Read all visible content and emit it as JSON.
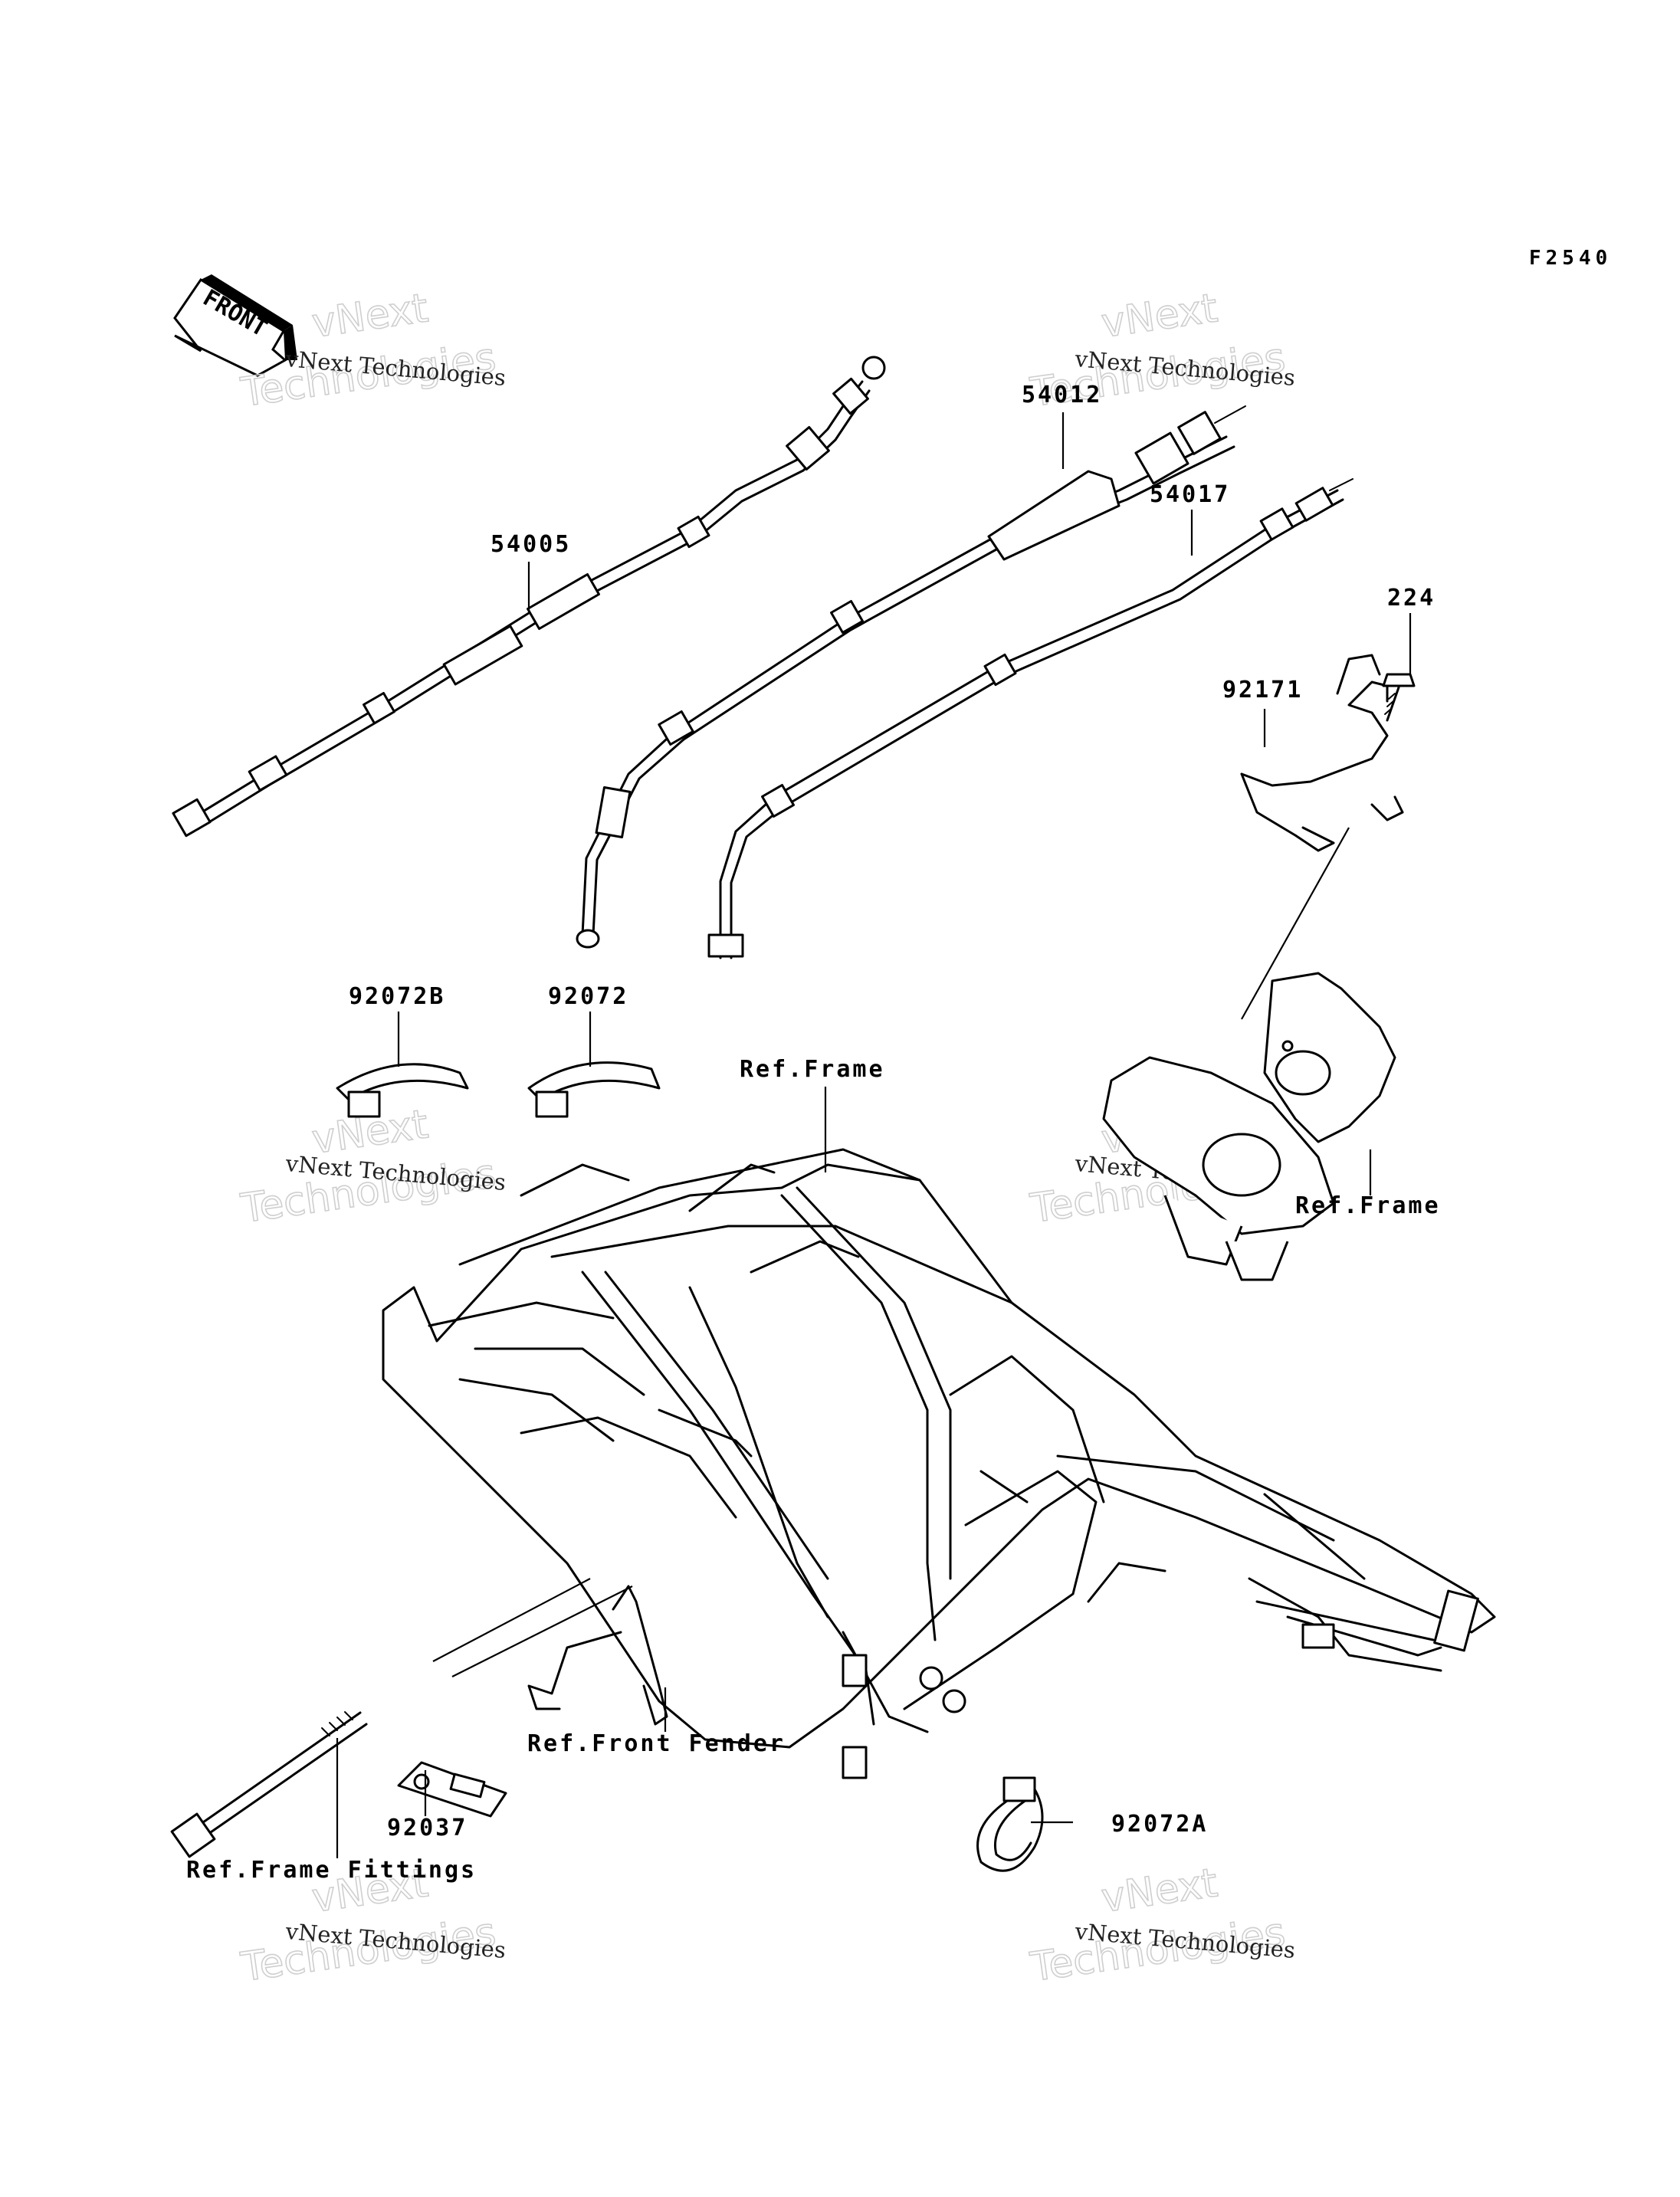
{
  "diagram_code": "F2540",
  "front_marker": "FRONT",
  "watermark": {
    "line1": "vNext Technologies",
    "line2": "Technologies",
    "big_top": "vNext"
  },
  "labels": {
    "p54005": "54005",
    "p54012": "54012",
    "p54017": "54017",
    "p224": "224",
    "p92171": "92171",
    "p92072B": "92072B",
    "p92072": "92072",
    "ref_frame_top": "Ref.Frame",
    "ref_frame_right": "Ref.Frame",
    "p92037": "92037",
    "ref_front_fender": "Ref.Front Fender",
    "p92072A": "92072A",
    "ref_frame_fittings": "Ref.Frame Fittings"
  }
}
